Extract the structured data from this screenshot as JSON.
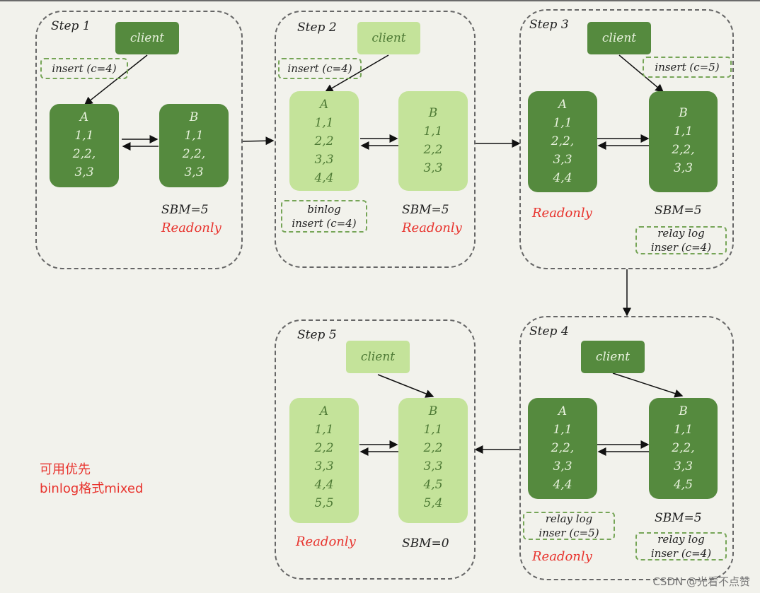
{
  "steps": [
    {
      "label": "Step 1",
      "client": "client",
      "note": "insert (c=4)",
      "A": {
        "title": "A",
        "rows": [
          "1,1",
          "2,2,",
          "3,3"
        ]
      },
      "B": {
        "title": "B",
        "rows": [
          "1,1",
          "2,2,",
          "3,3"
        ]
      },
      "sbm": "SBM=5",
      "readonly": "Readonly"
    },
    {
      "label": "Step 2",
      "client": "client",
      "note": "insert (c=4)",
      "A": {
        "title": "A",
        "rows": [
          "1,1",
          "2,2",
          "3,3",
          "4,4"
        ]
      },
      "B": {
        "title": "B",
        "rows": [
          "1,1",
          "2,2",
          "3,3"
        ]
      },
      "log_title": "binlog",
      "log_text": "insert (c=4)",
      "sbm": "SBM=5",
      "readonly": "Readonly"
    },
    {
      "label": "Step 3",
      "client": "client",
      "note": "insert (c=5)",
      "A": {
        "title": "A",
        "rows": [
          "1,1",
          "2,2,",
          "3,3",
          "4,4"
        ]
      },
      "B": {
        "title": "B",
        "rows": [
          "1,1",
          "2,2,",
          "3,3"
        ]
      },
      "readonly": "Readonly",
      "sbm": "SBM=5",
      "log_title": "relay log",
      "log_text": "inser (c=4)"
    },
    {
      "label": "Step 4",
      "client": "client",
      "A": {
        "title": "A",
        "rows": [
          "1,1",
          "2,2,",
          "3,3",
          "4,4"
        ]
      },
      "B": {
        "title": "B",
        "rows": [
          "1,1",
          "2,2,",
          "3,3",
          "4,5"
        ]
      },
      "logA_title": "relay log",
      "logA_text": "inser (c=5)",
      "readonly": "Readonly",
      "sbm": "SBM=5",
      "logB_title": "relay log",
      "logB_text": "inser (c=4)"
    },
    {
      "label": "Step 5",
      "client": "client",
      "A": {
        "title": "A",
        "rows": [
          "1,1",
          "2,2",
          "3,3",
          "4,4",
          "5,5"
        ]
      },
      "B": {
        "title": "B",
        "rows": [
          "1,1",
          "2,2",
          "3,3",
          "4,5",
          "5,4"
        ]
      },
      "readonly": "Readonly",
      "sbm": "SBM=0"
    }
  ],
  "side_note": {
    "line1": "可用优先",
    "line2": "binlog格式mixed"
  },
  "watermark": "CSDN @光看不点赞",
  "colors": {
    "dark_green": "#558a3e",
    "light_green": "#c4e39a",
    "red": "#e8332d"
  }
}
